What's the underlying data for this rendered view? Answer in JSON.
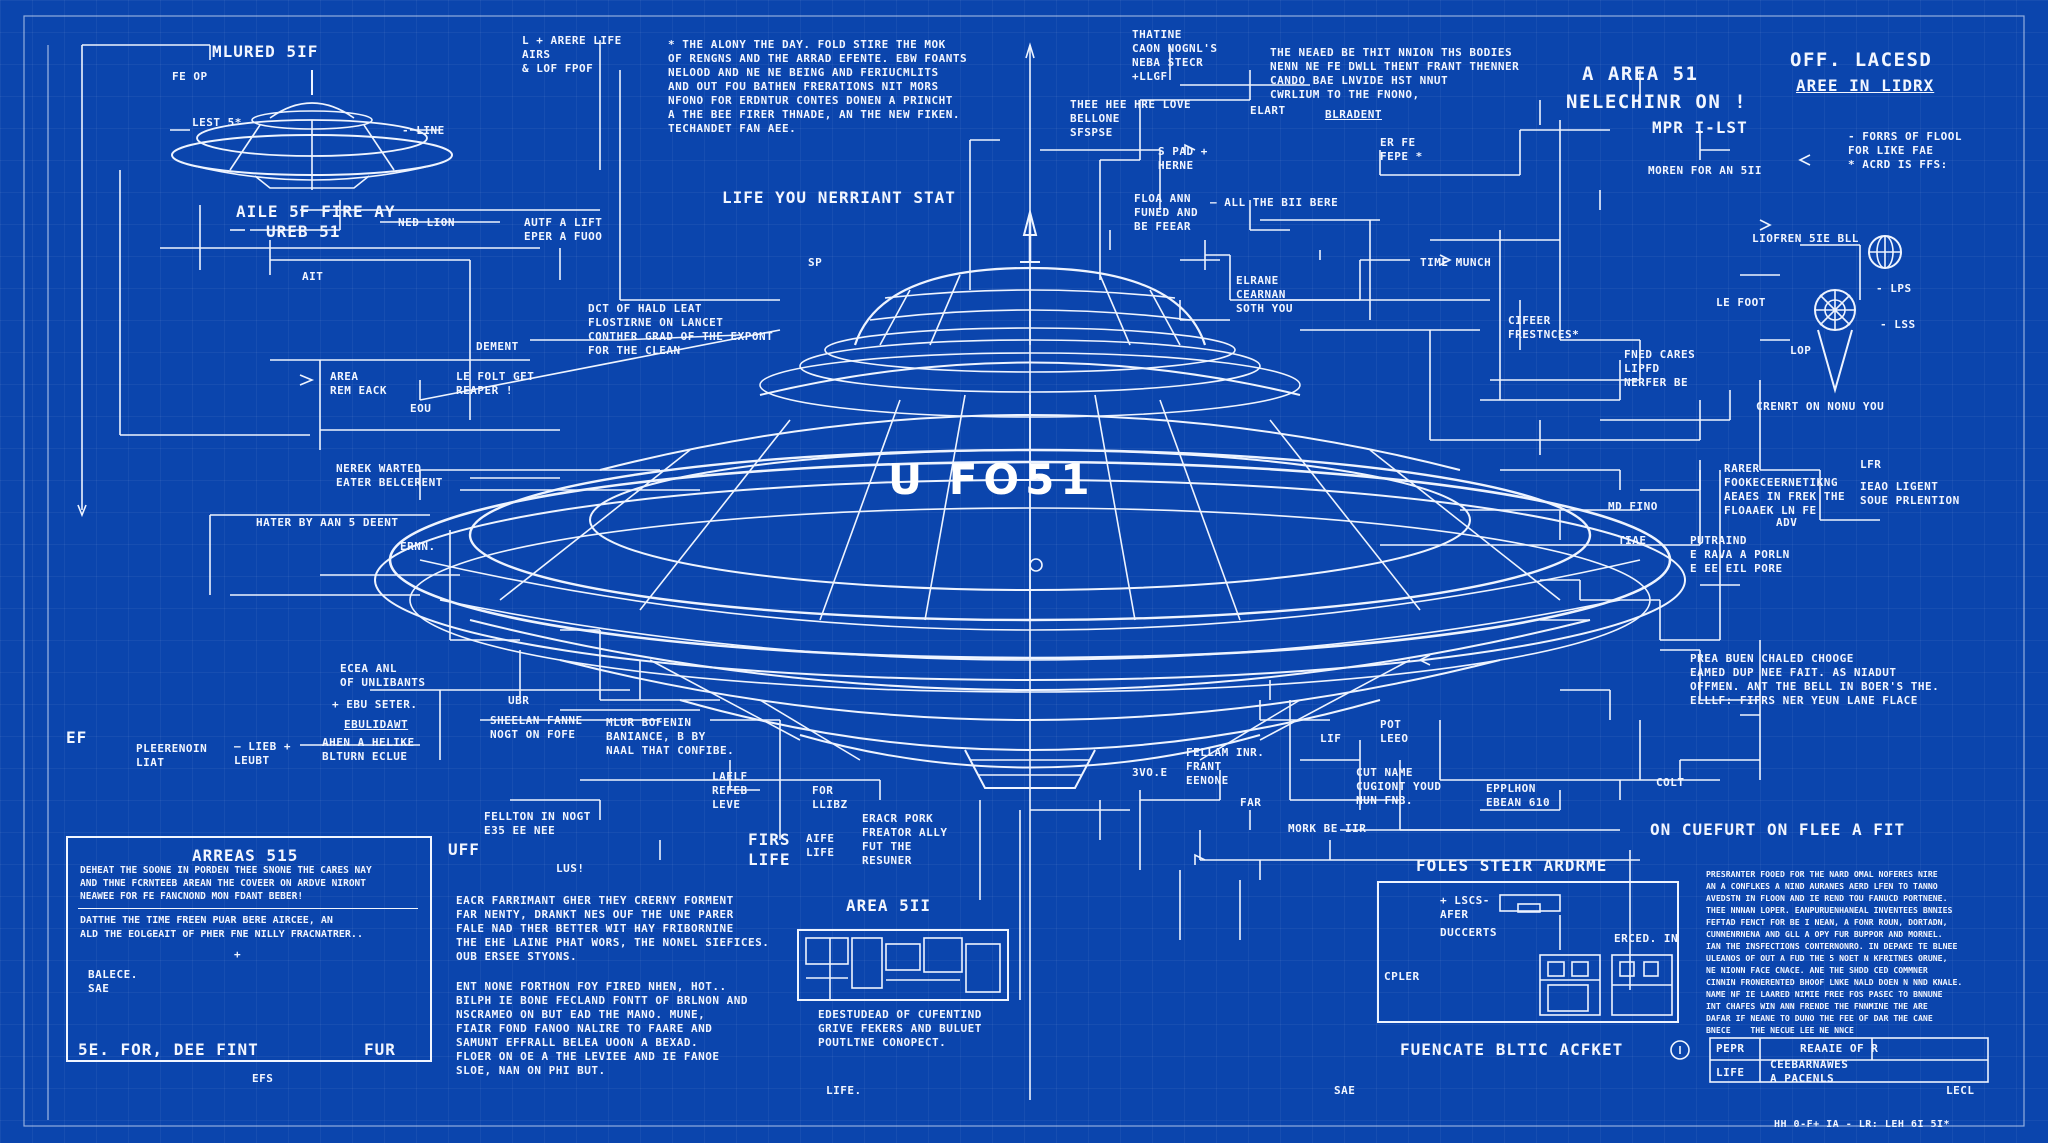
{
  "header": {
    "title_line1": "A AREA 51",
    "title_line2": "NELECHINR ON !",
    "title_line3": "MPR I-LST",
    "corner_title": "OFF. LACESD",
    "corner_subtitle": "AREE IN LIDRX"
  },
  "ufo_hull_label": "U FO51",
  "top_notes": {
    "center_paragraph": "* THE ALONY THE DAY. FOLD STIRE THE MOK\nOF RENGNS AND THE ARRAD EFENTE. EBW FOANTS\nNELOOD AND NE NE BEING AND FERIUCMLITS\nAND OUT FOU BATHEN FRERATIONS NIT MORS\nNFONO FOR ERDNTUR CONTES DONEN A PRINCHT\nA THE BEE FIRER THNADE, AN THE NEW FIKEN.\nTECHANDET FAN AEE.",
    "tl_top": "L + ARERE LIFE\nAIRS\n& LOF FPOF",
    "center_top": "THATINE\nCAON NOGNL'S\nNEBA STECR\n+LLGF",
    "right_top": "THE NEAED BE THIT NNION THS BODIES\nNENN NE FE DWLL THENT FRANT THENNER\nCANDO BAE LNVIDE HST NNUT\nCWRLIUM TO THE FNONO,",
    "elart": "ELART",
    "blradent": "BLRADENT",
    "eren": "ER FE\nFEPE *",
    "three_love": "THEE HEE HRE LOVE\nBELLONE\nSFSPSE",
    "spad": "S PAD +\nHERNE",
    "life_stat": "LIFE YOU NERRIANT STAT",
    "moren": "MOREN FOR AN 5II",
    "forrs": "- FORRS OF FLOOL\nFOR LIKE FAE\n* ACRD IS FFS:",
    "sp": "SP"
  },
  "left_notes": {
    "mlured": "MLURED 5IF",
    "fe_op": "FE OP",
    "lest": "LEST 5*",
    "line": "- LINE",
    "aile": "AILE 5F FIRE AY",
    "ureb": "UREB 51",
    "ned_lion": "NED LION",
    "auff": "AUTF A LIFT\nEPER A FUOO",
    "ait": "AIT",
    "dct": "DCT OF HALD LEAT\nFLOSTIRNE ON LANCET\nCONTHER GRAD OF THE EXPONT\nFOR THE CLEAN",
    "dement": "DEMENT",
    "area_rem": "AREA\nREM EACK",
    "le_folt": "LE FOLT GET\nREAPER !",
    "eou": "EOU",
    "nerek": "NEREK WARTED\nEATER BELCERENT",
    "hater": "HATER BY AAN 5 DEENT",
    "ernn": "ERNN.",
    "ecea": "ECEA ANL\nOF UNLIBANTS",
    "ebu_seter": "+ EBU SETER.",
    "ebulidawt": "EBULIDAWT",
    "ef": "EF",
    "pleer": "PLEERENOIN\nLIAT",
    "lieb": "— LIEB +\nLEUBT",
    "ahen": "AHEN A HELIKE\nBLTURN ECLUE",
    "ubr": "UBR",
    "sheelan": "SHEELAN FANNE\nNOGT ON FOFE",
    "mlur": "MLUR BOFENIN\nBANIANCE, B BY\nNAAL THAT CONFIBE.",
    "fellton": "FELLTON IN NOGT\nE35 EE NEE",
    "uff": "UFF",
    "lus": "LUS!"
  },
  "center_bottom": {
    "laelf": "LAELF\nREFEB\nLEVE",
    "for_llibz": "FOR\nLLIBZ",
    "firs_life": "FIRS\nLIFE",
    "aife_life": "AIFE\nLIFE",
    "eracr": "ERACR PORK\nFREATOR ALLY\nFUT THE\nRESUNER",
    "fellam": "FELLAM INR.\nFRANT\nEENONE",
    "zvoe": "3VO.E",
    "far": "FAR",
    "paragraph1": "EACR FARRIMANT GHER THEY CRERNY FORMENT\nFAR NENTY, DRANKT NES OUF THE UNE PARER\nFALE NAD THER BETTER WIT HAY FRIBORNINE\nTHE EHE LAINE PHAT WORS, THE NONEL SIEFICES.\nOUB ERSEE STYONS.",
    "paragraph2": "ENT NONE FORTHON FOY FIRED NHEN, HOT..\nBILPH IE BONE FECLAND FONTT OF BRLNON AND\nNSCRAMEO ON BUT EAD THE MANO. MUNE,\nFIAIR FOND FANOO NALIRE TO FAARE AND\nSAMUNT EFFRALL BELEA UOON A BEXAD.\nFLOER ON OE A THE LEVIEE AND IE FANOE\nSLOE, NAN ON PHI BUT.",
    "area511": "AREA 5II",
    "area_caption": "EDESTUDEAD OF CUFENTIND\nGRIVE FEKERS AND BULUET\nPOUTLTNE CONOPECT.",
    "life_bottom": "LIFE.",
    "sae_bottom": "SAE"
  },
  "right_notes": {
    "elrane": "ELRANE\nCEARNAN\nSOTH YOU",
    "time_munch": "TIME MUNCH",
    "floa_ann": "FLOA ANN\nFUNED AND\nBE FEEAR",
    "all_the": "— ALL THE BII BERE",
    "cifeer": "CIFEER\nFRESTNCES*",
    "fned": "FNED CARES\nLIPFD\nNERFER BE",
    "liofren": "LIOFREN 5IE BLL",
    "le_foot": "LE FOOT",
    "lps": "- LPS",
    "lss": "- LSS",
    "lop": "LOP",
    "crenrt": "CRENRT ON NONU YOU",
    "rarer": "RARER\nFOOKECEERNETIKNG\nAEAES IN FREK THE\nFLOAAEK LN FE",
    "lfr": "LFR",
    "ieao": "IEAO LIGENT\nSOUE PRLENTION",
    "adv": "ADV",
    "md_fino": "MD FINO",
    "tiae": "TIAE",
    "putraind": "PUTRAIND\nE RAVA A PORLN\nE EE EIL PORE",
    "prea": "PREA BUEN CHALED CHOOGE\nEAMED DUP NEE FAIT. AS NIADUT\nOFFMEN. ANT THE BELL IN BOER'S THE.\nELLLF: FIFRS NER YEUN LANE FLACE",
    "pot": "POT\nLEEO",
    "lif": "LIF",
    "cut_name": "CUT NAME\nCUGIONT YOUD\nNUN FNB.",
    "epplhon": "EPPLHON\nEBEAN 610",
    "colt": "COLT",
    "mork": "MORK BE IIR",
    "cuefurt": "ON CUEFURT ON FLEE A FIT",
    "foles": "FOLES STEIR ARDRME",
    "lscs": "+ LSCS-\nAFER",
    "duccerts": "DUCCERTS",
    "erced": "ERCED. IN",
    "cpler": "CPLER",
    "fuencate": "FUENCATE BLTIC ACFKET",
    "paragraph_right": "PRESRANTER FOOED FOR THE NARD OMAL NOFERES NIRE\nAN A CONFLKES A NIND AURANES AERD LFEN TO TANNO\nAVEDSTN IN FLOON AND IE REND TOU FANUCD PORTNENE.\nTHEE NNNAN LOPER. EANPURUENHANEAL INVENTEES BNNIES\nFEFTAD FENCT FOR BE I NEAN, A FONR ROUN, DORTADN,\nCUNNENRNENA AND GLL A OPY FUR BUPPOR AND MORNEL.\nIAN THE INSFECTIONS CONTERNONRO. IN DEPAKE TE BLNEE\nULEANOS OF OUT A FUD THE 5 NOET N KFRITNES ORUNE,\nNE NIONN FACE CNACE. ANE THE SHDD CED COMMNER\nCINNIN FRONERENTED BHOOF LNKE NALD DOEN N NND KNALE.\nNAME NF IE LAARED NIMIE FREE FOS PASEC TO BNNUNE\nINT CHAFES WIN ANN FRENDE THE FNNMINE THE ARE\nDAFAR IF NEANE TO DUNO THE FEE OF DAR THE CANE\nBNECE    THE NECUE LEE NE NNCE",
    "pepr": "PEPR",
    "life_table": "LIFE",
    "reaaie": "REAAIE OF R",
    "ceeba": "CEEBARNAWES\nA PACENLS",
    "lecl": "LECL"
  },
  "bottom_left_box": {
    "title": "ARREAS 515",
    "body1": "DEHEAT THE SOONE IN PORDEN THEE SNONE THE CARES NAY\nAND THNE FCRNTEEB AREAN THE COVEER ON ARDVE NIRONT\nNEAWEE FOR FE FANCNOND MON FDANT BEBER!",
    "body2": "DATTHE THE TIME FREEN PUAR BERE AIRCEE, AN\nALD THE EOLGEAIT OF PHER FNE NILLY FRACNATRER..",
    "plus": "+",
    "balece": "BALECE.\nSAE",
    "footer_left": "5E. FOR, DEE FINT",
    "footer_right": "FUR",
    "below": "EFS"
  },
  "footer_code": "HH 0-F+ IA - LR: LEH 6I 5I*"
}
